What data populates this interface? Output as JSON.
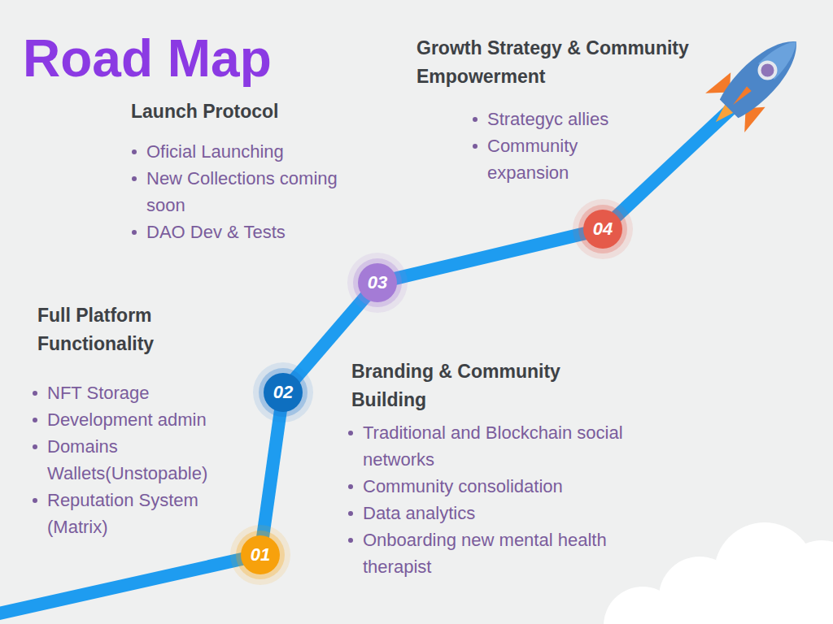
{
  "diagram": {
    "title": "Road Map",
    "nodes": [
      {
        "text": [
          "01"
        ]
      },
      {
        "text": [
          "02"
        ]
      },
      {
        "text": [
          "03"
        ]
      },
      {
        "text": [
          "04"
        ]
      }
    ],
    "edges": [
      {
        "from": 0,
        "to": 1,
        "arrow": "none"
      },
      {
        "from": 1,
        "to": 2,
        "arrow": "none"
      },
      {
        "from": 2,
        "to": 3,
        "arrow": "none"
      }
    ],
    "labels": [
      "Launch Protocol",
      "Oficial Launching",
      "New Collections coming soon",
      "DAO Dev & Tests",
      "Growth Strategy & Community Empowerment",
      "Strategyc allies",
      "Community expansion",
      "Full Platform Functionality",
      "NFT Storage",
      "Development admin",
      "Domains Wallets(Unstopable)",
      "Reputation System (Matrix)",
      "Branding & Community Building",
      "Traditional and Blockchain social networks",
      "Community consolidation",
      "Data analytics",
      "Onboarding new mental health therapist"
    ]
  }
}
